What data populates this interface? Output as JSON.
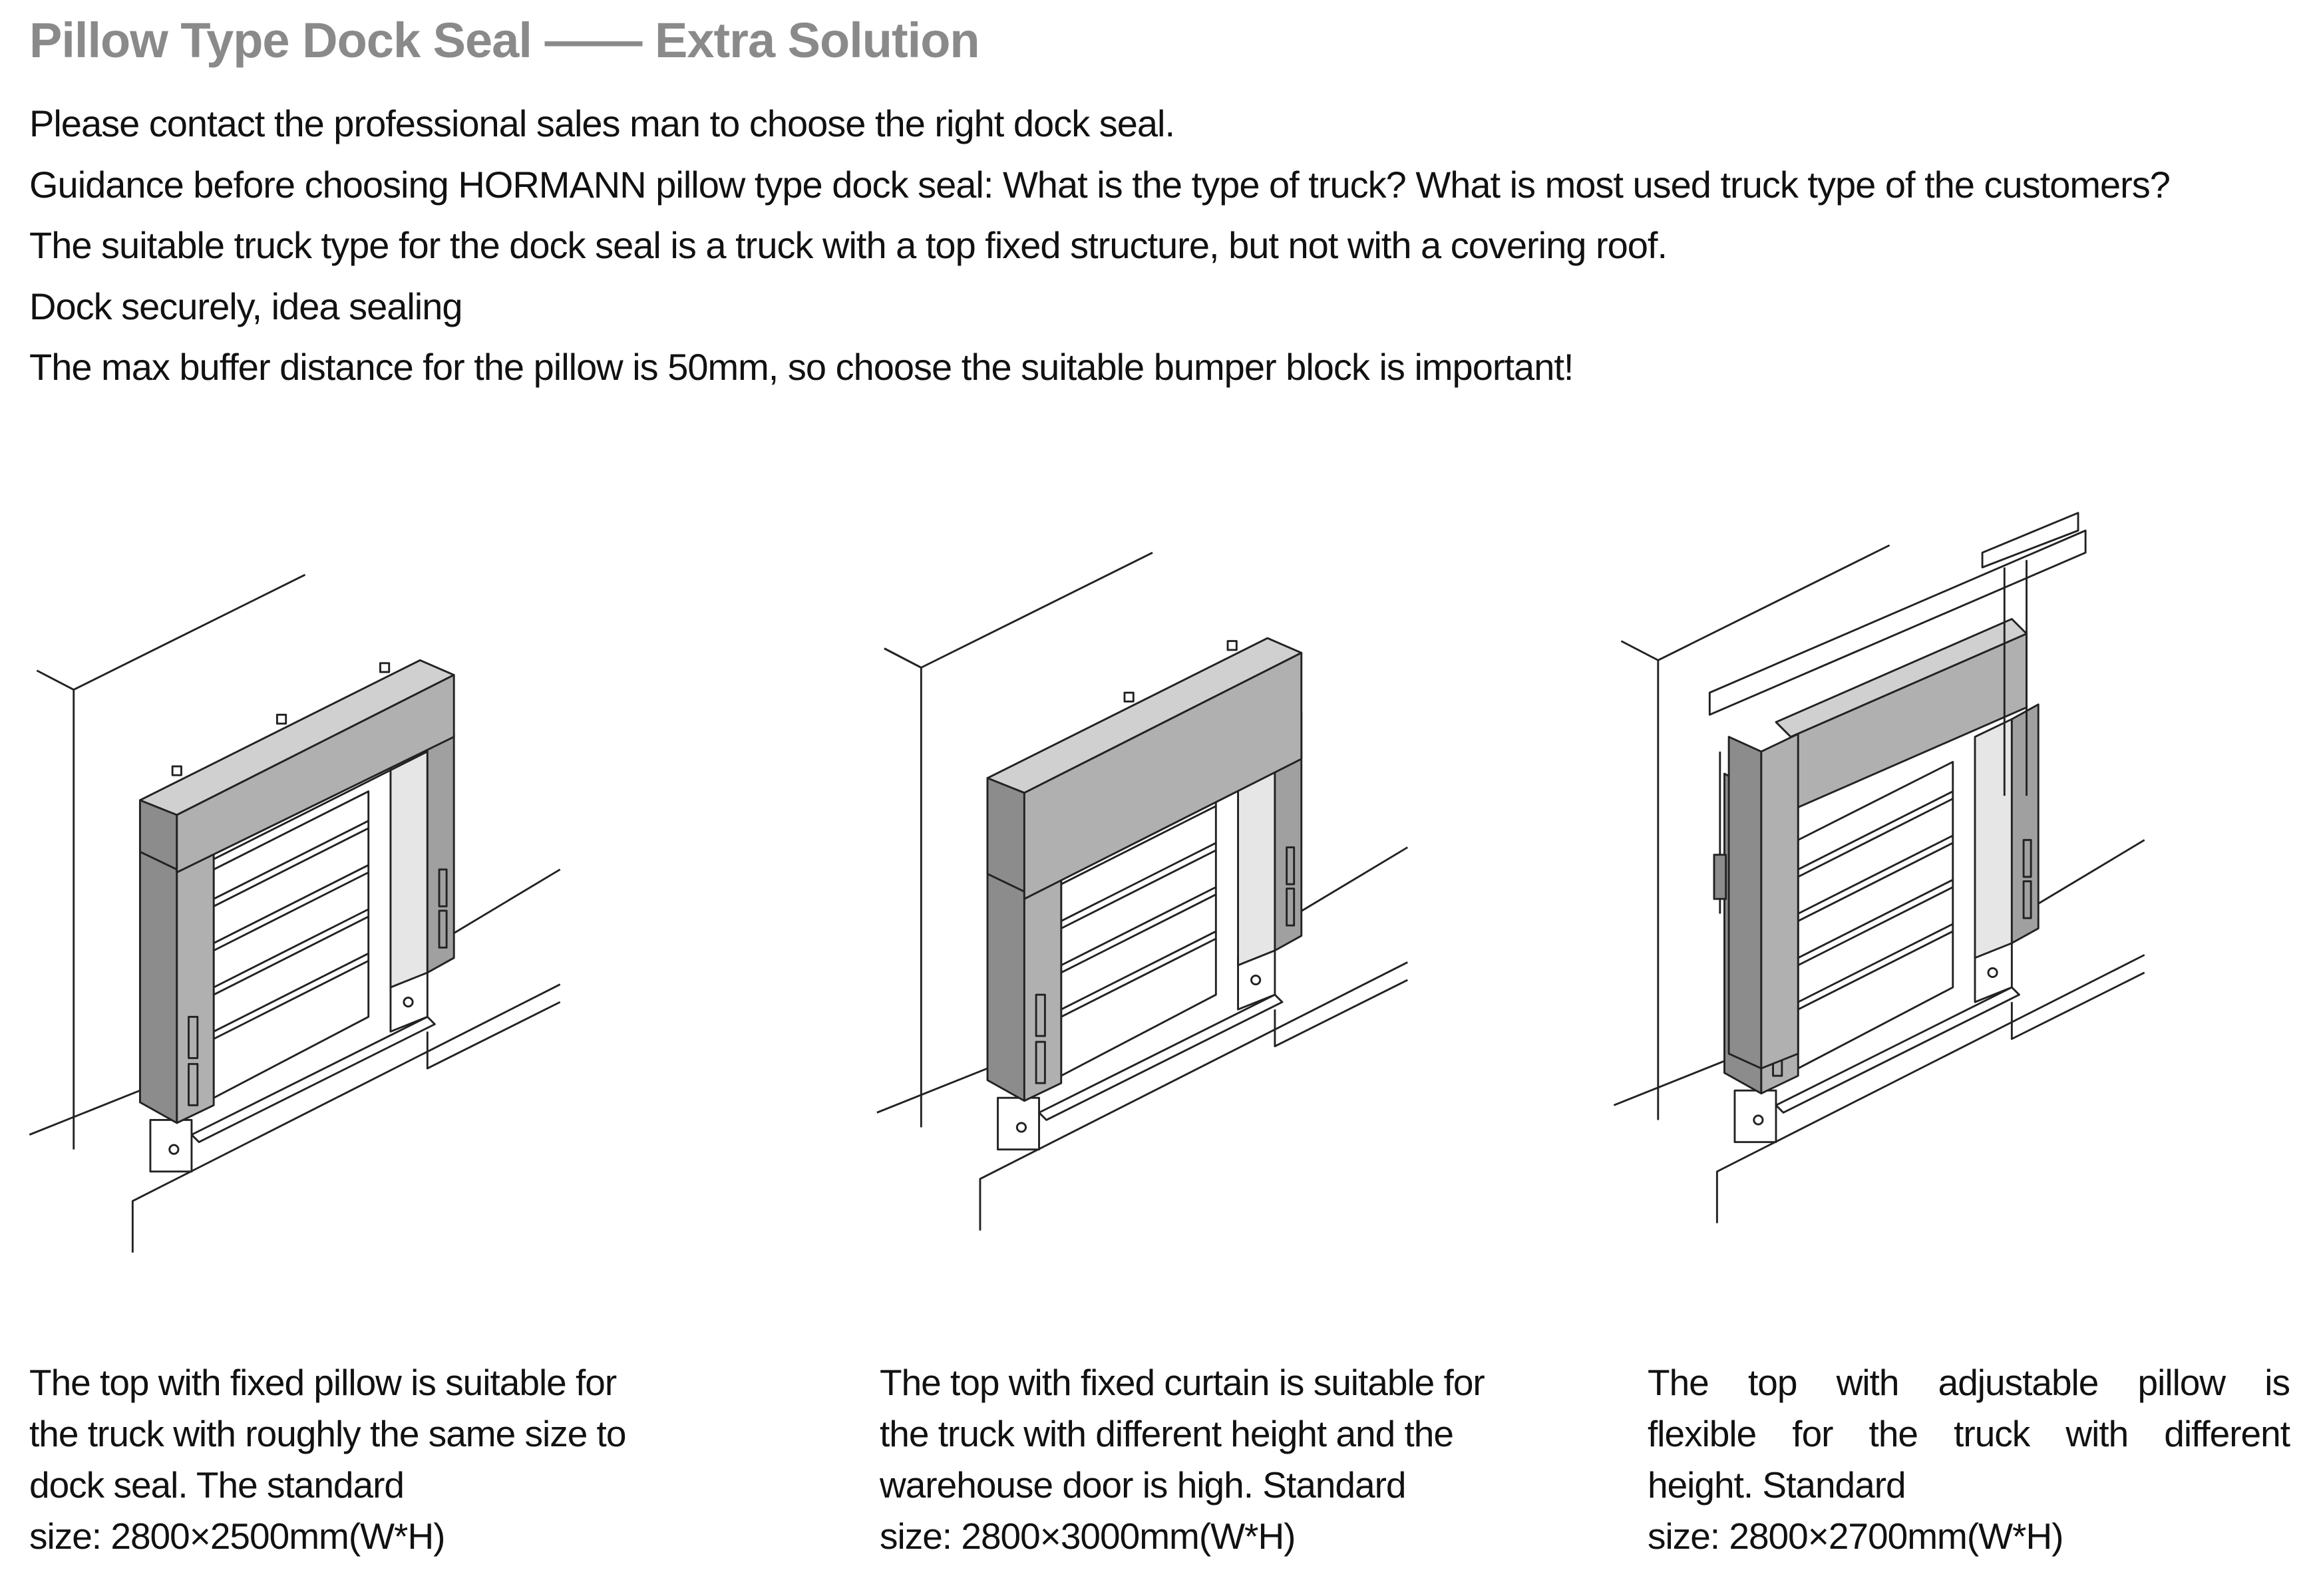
{
  "title": "Pillow Type Dock Seal —— Extra Solution",
  "intro": [
    "Please contact the professional sales man to choose the right dock seal.",
    "Guidance before choosing HORMANN pillow type dock seal: What is the type of truck? What is most used truck type of the customers?",
    "The suitable truck type for the dock seal is a truck with a top fixed structure, but not with a covering roof.",
    "Dock securely, idea sealing",
    "The max buffer distance for the pillow is 50mm, so choose the suitable bumper block is important!"
  ],
  "colors": {
    "title": "#8a8a8a",
    "pillow_dark": "#8c8c8c",
    "pillow_light": "#b0b0b0"
  },
  "products": [
    {
      "name": "fixed-pillow",
      "caption": [
        "The top with fixed pillow is suitable for",
        "the truck with roughly the same size to",
        "dock seal.  The standard",
        "size: 2800×2500mm(W*H)"
      ]
    },
    {
      "name": "fixed-curtain",
      "caption": [
        "The top with fixed curtain is suitable for",
        "the truck with different height and the",
        "warehouse door is high. Standard",
        "size: 2800×3000mm(W*H)"
      ]
    },
    {
      "name": "adjustable-pillow",
      "caption": [
        "The top with adjustable pillow is",
        "flexible for the truck with different",
        "height. Standard",
        "size: 2800×2700mm(W*H)"
      ]
    }
  ]
}
